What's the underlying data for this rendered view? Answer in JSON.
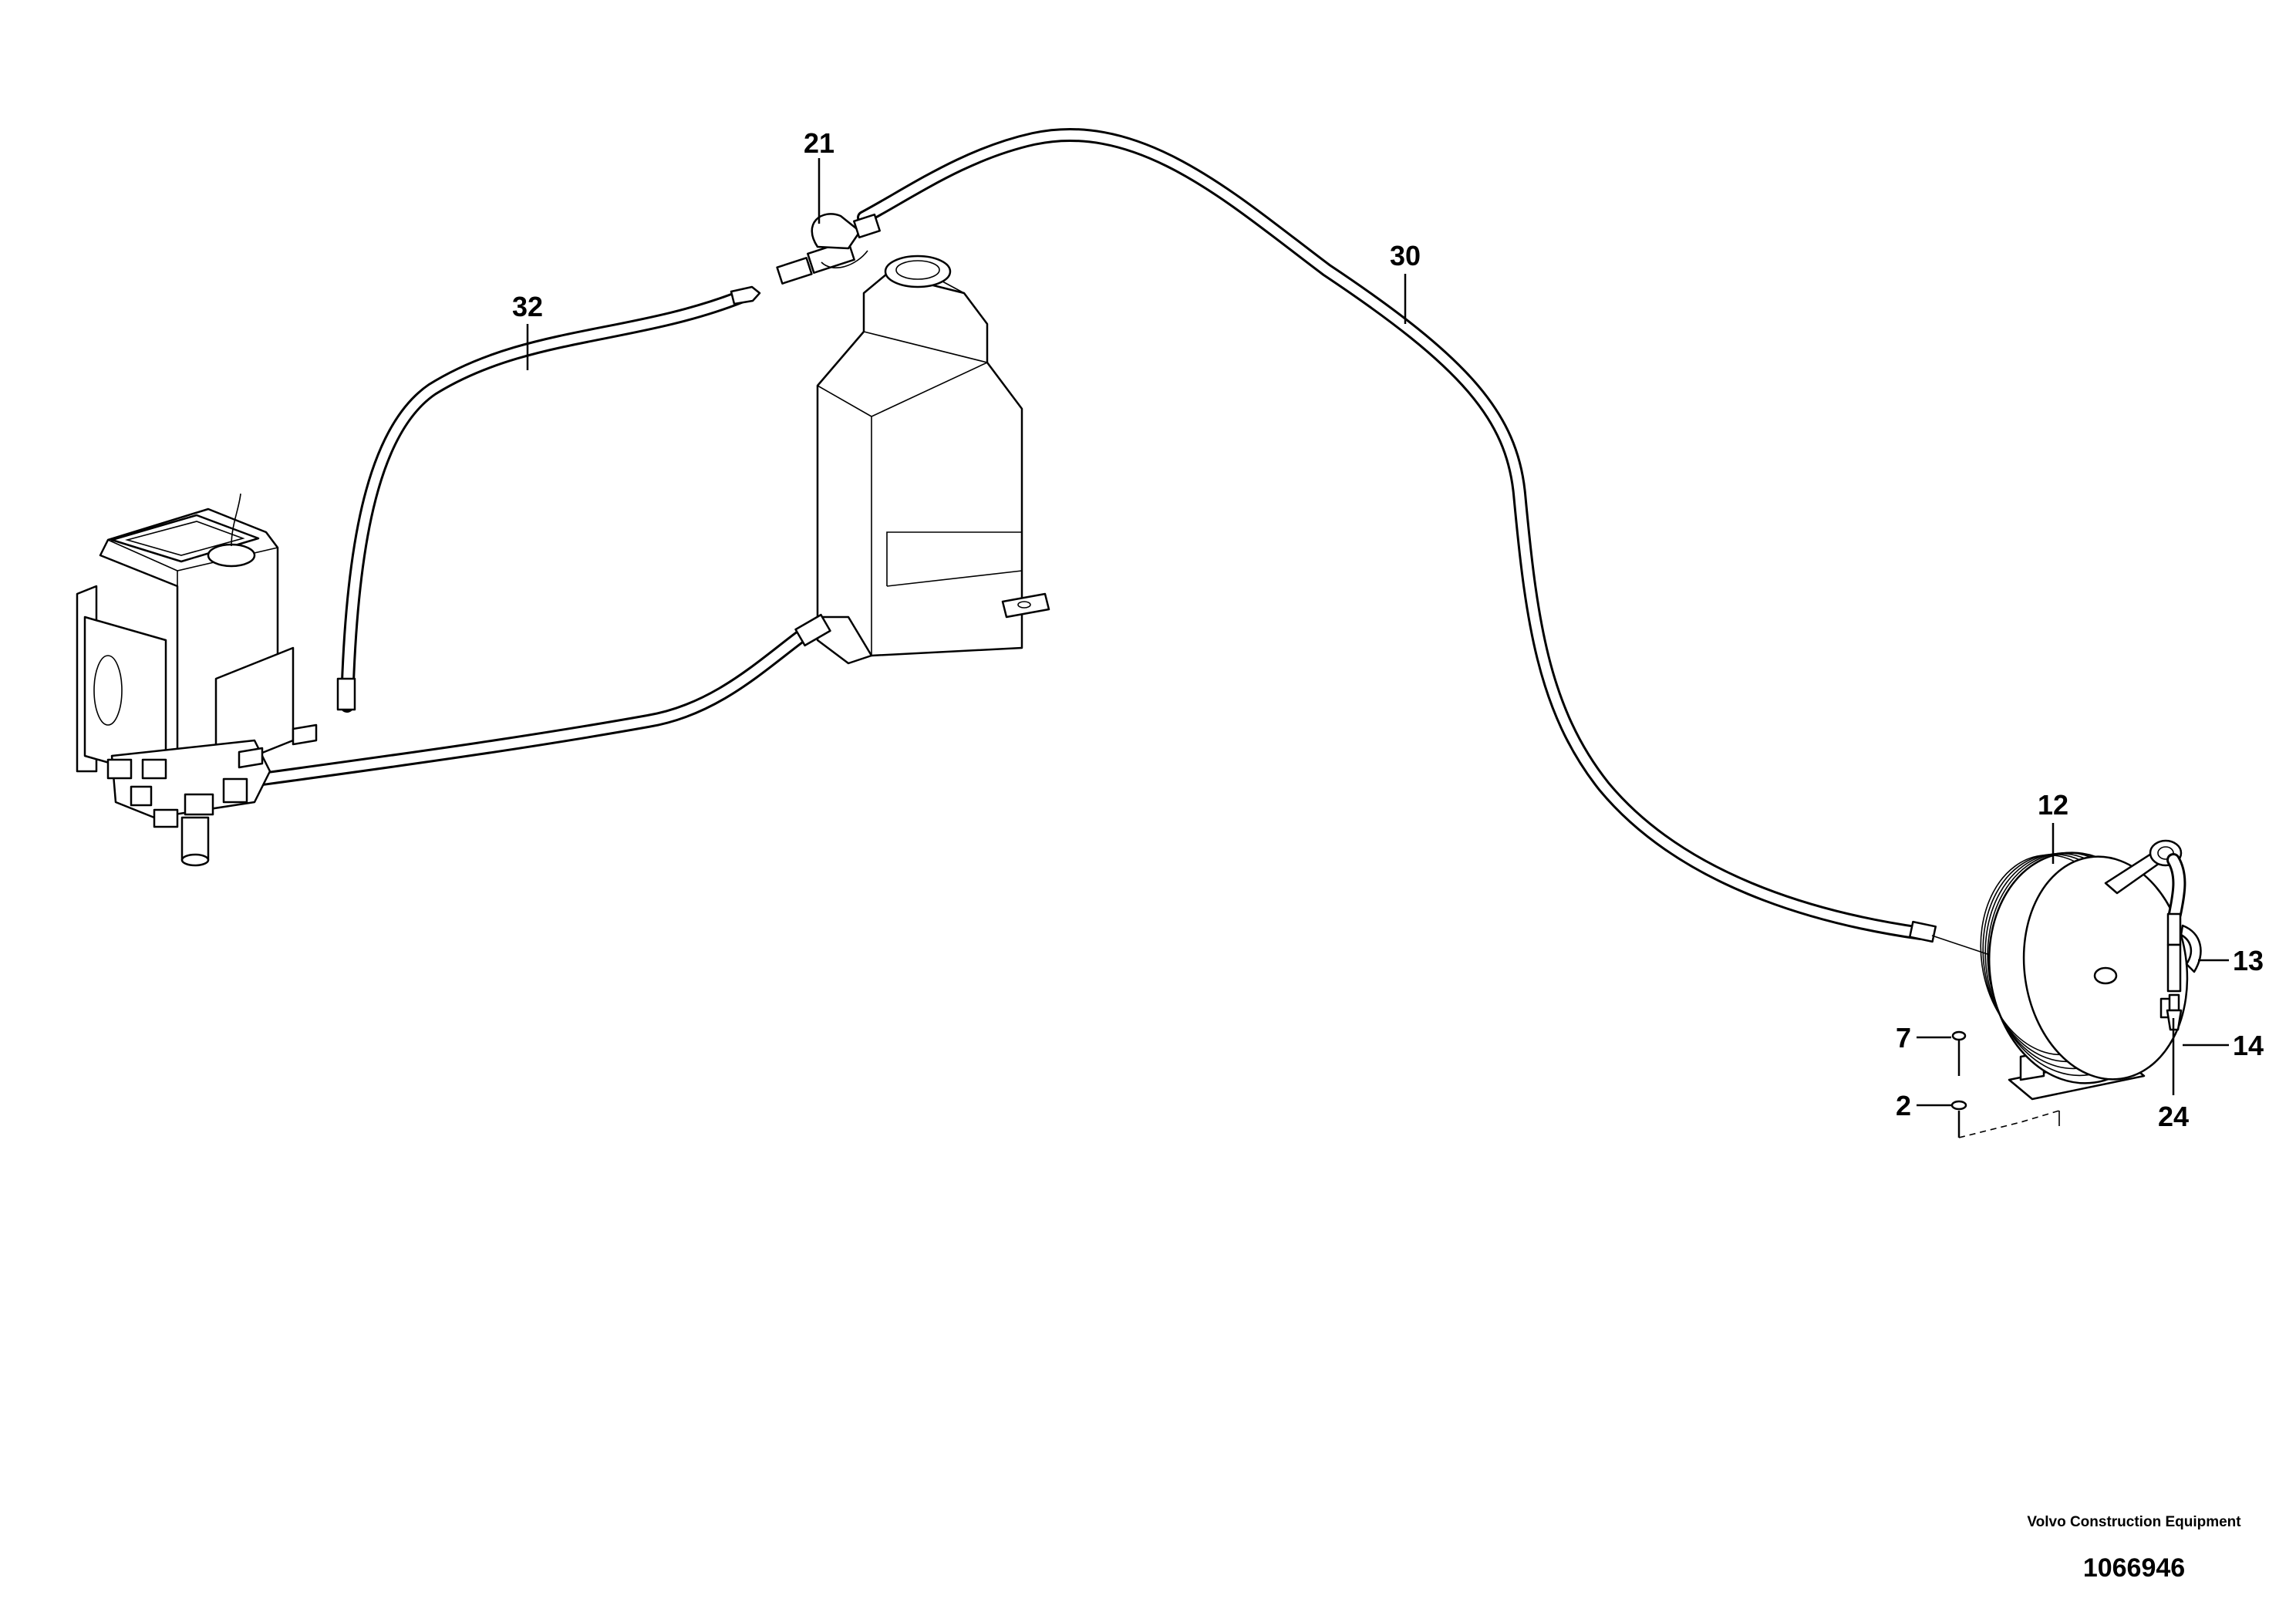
{
  "callouts": {
    "c21": "21",
    "c32": "32",
    "c30": "30",
    "c12": "12",
    "c13": "13",
    "c14": "14",
    "c7": "7",
    "c2": "2",
    "c24": "24"
  },
  "footer": {
    "brand": "Volvo Construction Equipment",
    "drawing_number": "1066946"
  }
}
